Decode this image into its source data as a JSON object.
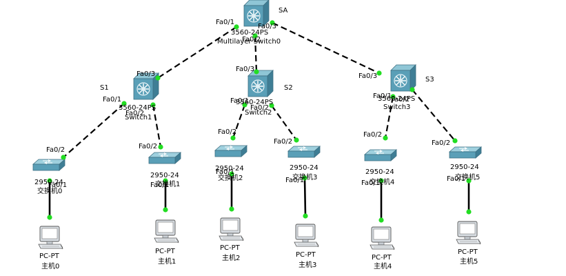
{
  "devices": {
    "SA": {
      "tag": "SA",
      "model": "3560-24PS",
      "name": "Multilayer Switch0"
    },
    "S1": {
      "tag": "S1",
      "model": "3560-24PS",
      "name": "Switch1"
    },
    "S2": {
      "tag": "S2",
      "model": "3560-24PS",
      "name": "Switch2"
    },
    "S3": {
      "tag": "S3",
      "model": "3560-24PS",
      "name": "Switch3"
    },
    "sw0": {
      "model": "2950-24",
      "name": "交换机0"
    },
    "sw1": {
      "model": "2950-24",
      "name": "交换机1"
    },
    "sw2": {
      "model": "2950-24",
      "name": "交换机2"
    },
    "sw3": {
      "model": "2950-24",
      "name": "交换机3"
    },
    "sw4": {
      "model": "2950-24",
      "name": "交换机4"
    },
    "sw5": {
      "model": "2950-24",
      "name": "交换机5"
    },
    "pc0": {
      "model": "PC-PT",
      "name": "主机0"
    },
    "pc1": {
      "model": "PC-PT",
      "name": "主机1"
    },
    "pc2": {
      "model": "PC-PT",
      "name": "主机2"
    },
    "pc3": {
      "model": "PC-PT",
      "name": "主机3"
    },
    "pc4": {
      "model": "PC-PT",
      "name": "主机4"
    },
    "pc5": {
      "model": "PC-PT",
      "name": "主机5"
    }
  },
  "ports": {
    "sa_to_s1": "Fa0/1",
    "sa_to_s2": "Fa0/2",
    "sa_to_s3": "Fa0/3",
    "s1_up": "Fa0/3",
    "s1_to_sw0": "Fa0/1",
    "s1_to_sw1": "Fa0/2",
    "s2_up": "Fa0/3",
    "s2_to_sw2": "Fa0/1",
    "s2_to_sw3": "Fa0/2",
    "s3_up": "Fa0/3",
    "s3_to_sw4": "Fa0/1",
    "s3_to_sw5": "Fa0/2",
    "sw0_up": "Fa0/2",
    "sw1_up": "Fa0/2",
    "sw2_up": "Fa0/2",
    "sw3_up": "Fa0/2",
    "sw4_up": "Fa0/2",
    "sw5_up": "Fa0/2",
    "sw0_pc": "Fa0/1",
    "sw1_pc": "Fa0/1",
    "sw2_pc": "Fa0/1",
    "sw3_pc": "Fa0/1",
    "sw4_pc": "Fa0/1",
    "sw5_pc": "Fa0/1"
  },
  "colors": {
    "link_trunk": "#000000",
    "link_access": "#000000",
    "port_up": "#22dd22",
    "device_body": "#4a8fa8",
    "device_top": "#6fb5c8"
  },
  "icons": {
    "multilayer": "multilayer-switch-icon",
    "switch": "switch-icon",
    "pc": "pc-icon"
  }
}
